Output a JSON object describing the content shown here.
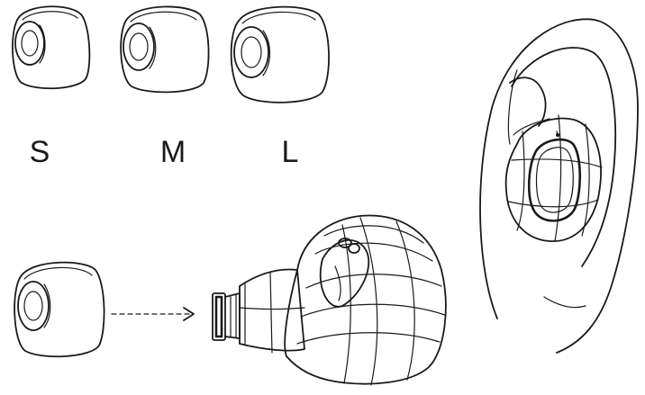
{
  "eartip_sizes": [
    {
      "label": "S"
    },
    {
      "label": "M"
    },
    {
      "label": "L"
    }
  ],
  "colors": {
    "line": "#1a1a1a",
    "background": "#ffffff"
  },
  "icons": [
    "eartip-icon",
    "dashed-arrow-icon",
    "earbud-icon",
    "ear-icon"
  ]
}
